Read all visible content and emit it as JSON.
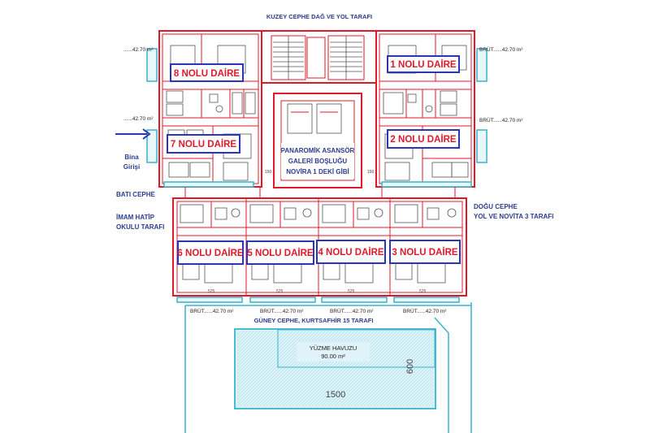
{
  "north_facade": "KUZEY CEPHE DAĞ VE YOL TARAFI",
  "south_facade": "GÜNEY CEPHE, KURTSAFHİR 15 TARAFI",
  "west_facade": [
    "BATI CEPHE",
    "İMAM HATİP",
    "OKULU TARAFI"
  ],
  "east_facade": [
    "DOĞU CEPHE",
    "YOL VE NOVİTA 3 TARAFI"
  ],
  "entrance": [
    "Bina",
    "Girişi"
  ],
  "atrium": [
    "PANAROMİK ASANSÖR",
    "GALERİ BOŞLUĞU",
    "NOVİRA 1 DEKİ GİBİ"
  ],
  "units": {
    "u1": "1 NOLU DAİRE",
    "u2": "2 NOLU DAİRE",
    "u3": "3 NOLU DAİRE",
    "u4": "4 NOLU DAİRE",
    "u5": "5 NOLU DAİRE",
    "u6": "6 NOLU DAİRE",
    "u7": "7 NOLU DAİRE",
    "u8": "8 NOLU DAİRE"
  },
  "area_labels": {
    "nw": "......42.70 m²",
    "ne": "BRÜT......42.70 m²",
    "w": "......42.70 m²",
    "e": "BRÜT......42.70 m²",
    "s1": "BRÜT......42.70 m²",
    "s2": "BRÜT......42.70 m²",
    "s3": "BRÜT......42.70 m²",
    "s4": "BRÜT......42.70 m²"
  },
  "pool": {
    "title": "YÜZME HAVUZU",
    "area": "90.00 m²",
    "length": "1500",
    "width": "600"
  },
  "dimensions": [
    "525",
    "525",
    "525",
    "525",
    "525",
    "525",
    "150",
    "150"
  ],
  "colors": {
    "walls": "#e0192a",
    "labels_blue": "#2b3d8f",
    "unit_box": "#2a35b8",
    "pool": "#36b4cf",
    "arrow": "#2a35b8"
  }
}
